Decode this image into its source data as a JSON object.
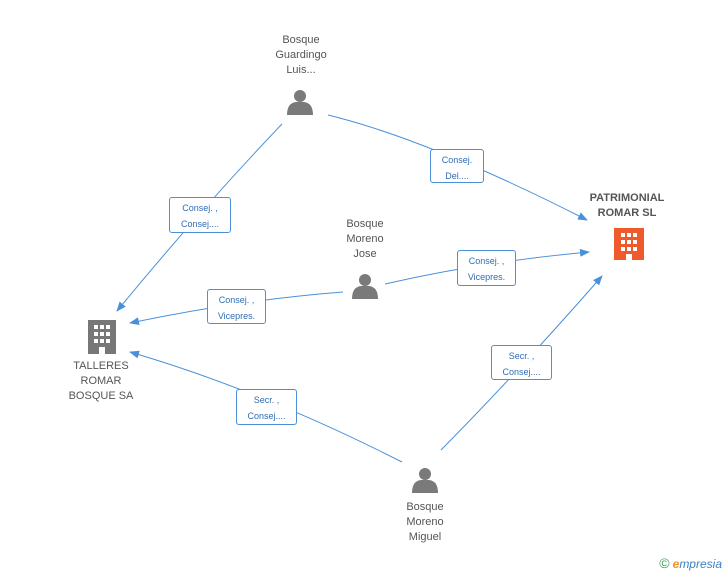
{
  "nodes": {
    "guardingo": {
      "label": "Bosque\nGuardingo\nLuis...",
      "icon": "person-icon"
    },
    "moreno_jose": {
      "label": "Bosque\nMoreno\nJose",
      "icon": "person-icon"
    },
    "moreno_miguel": {
      "label": "Bosque\nMoreno\nMiguel",
      "icon": "person-icon"
    },
    "patrimonial": {
      "label": "PATRIMONIAL\nROMAR SL",
      "icon": "building-icon"
    },
    "talleres": {
      "label": "TALLERES\nROMAR\nBOSQUE SA",
      "icon": "building-icon"
    }
  },
  "edges": {
    "guardingo_patrimonial": "Consej.\nDel....",
    "guardingo_talleres": "Consej. ,\nConsej....",
    "jose_patrimonial": "Consej. ,\nVicepres.",
    "jose_talleres": "Consej. ,\nVicepres.",
    "miguel_patrimonial": "Secr. ,\nConsej....",
    "miguel_talleres": "Secr. ,\nConsej...."
  },
  "colors": {
    "edge": "#4a90d9",
    "person": "#7a7a7a",
    "building_main": "#ee5a2b",
    "building_other": "#777777"
  },
  "footer": {
    "copyright": "©",
    "brand_first": "e",
    "brand_rest": "mpresia"
  }
}
